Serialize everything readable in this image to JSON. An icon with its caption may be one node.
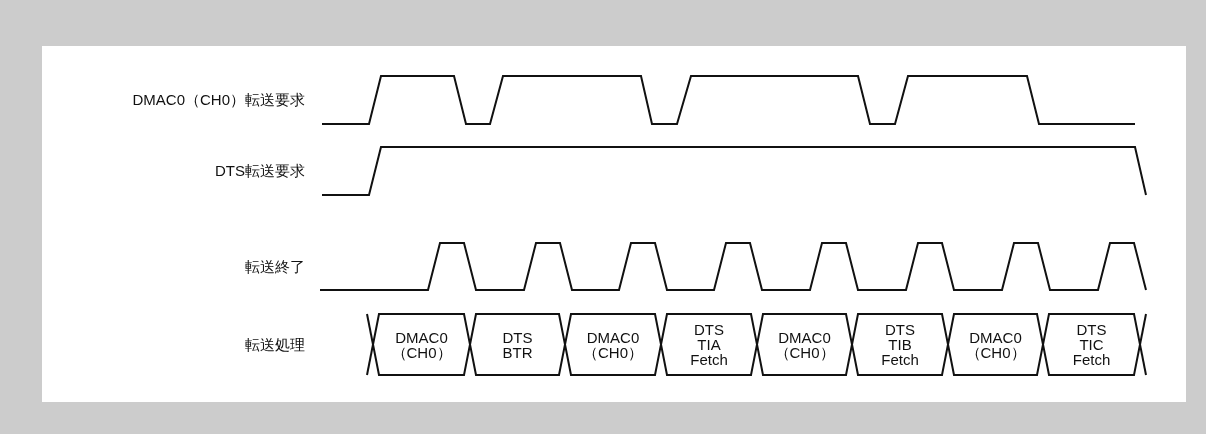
{
  "diagram": {
    "nodes": [
      {
        "text": [
          "DMAC0 （CH0）"
        ]
      },
      {
        "text": [
          "DTS BTR"
        ]
      },
      {
        "text": [
          "DMAC0 （CH0）"
        ]
      },
      {
        "text": [
          "DTS TIA Fetch"
        ]
      },
      {
        "text": [
          "DMAC0 （CH0）"
        ]
      },
      {
        "text": [
          "DTS TIB Fetch"
        ]
      },
      {
        "text": [
          "DMAC0 （CH0）"
        ]
      },
      {
        "text": [
          "DTS TIC Fetch"
        ]
      }
    ],
    "edges": [],
    "labels": [
      "DMAC0（CH0）転送要求",
      "DTS転送要求",
      "転送終了",
      "転送処理"
    ]
  }
}
